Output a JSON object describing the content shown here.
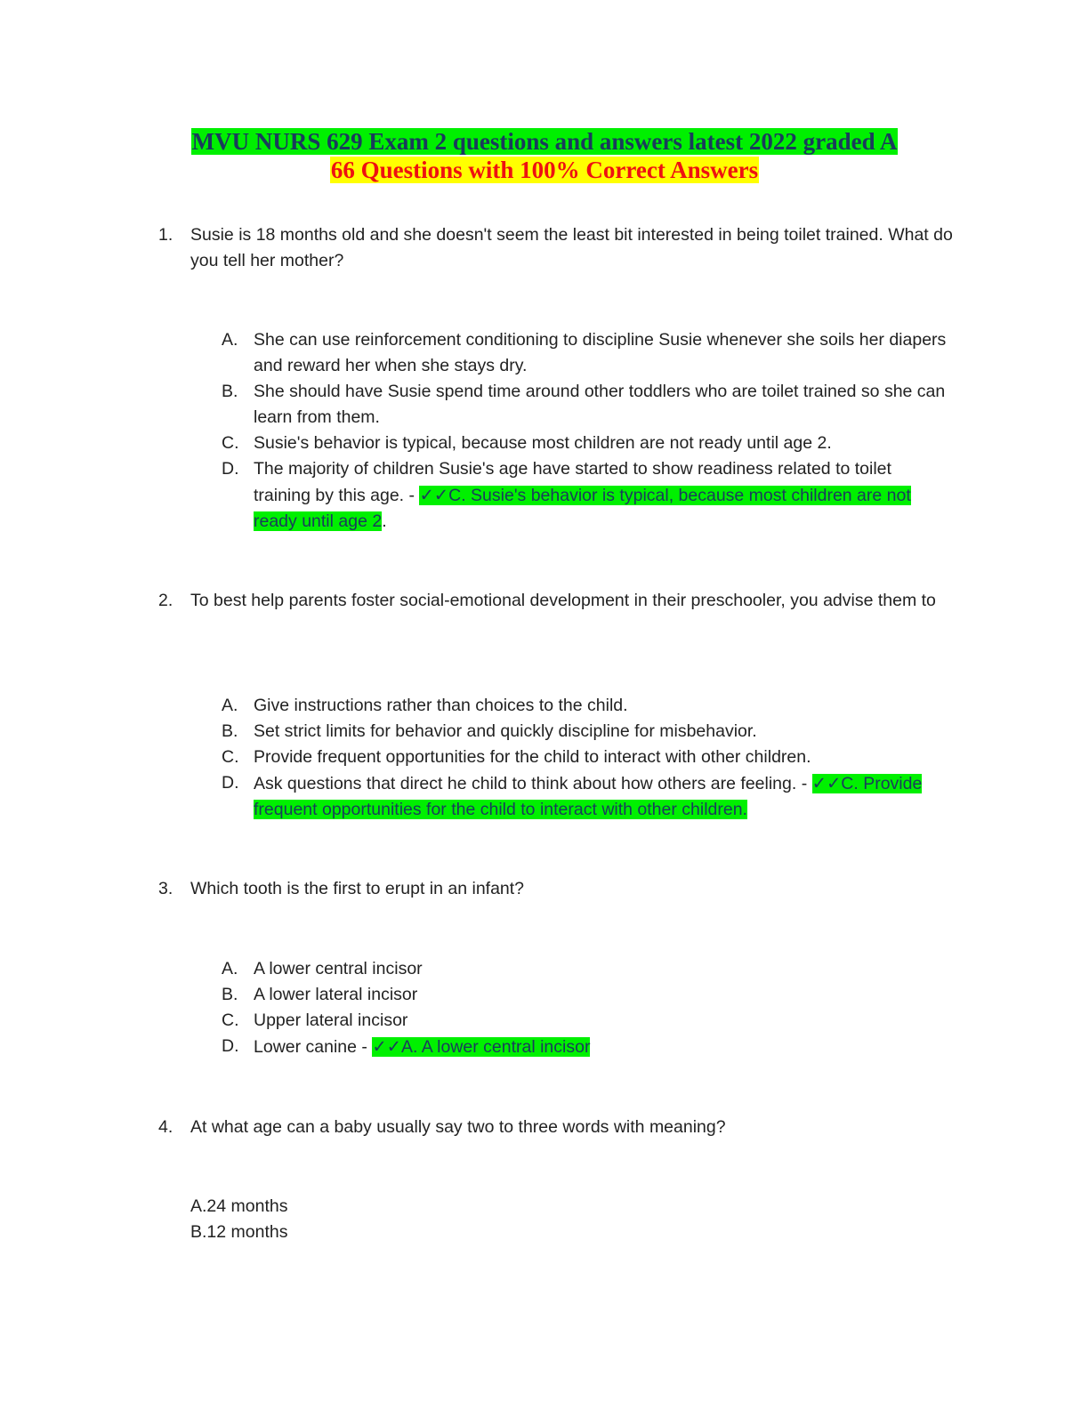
{
  "title": {
    "main": "MVU NURS 629 Exam 2 questions and answers latest 2022 graded A",
    "sub": "66 Questions with 100% Correct Answers"
  },
  "questions": [
    {
      "number": "1.",
      "text": "Susie is 18 months old and she doesn't seem the least bit interested in being toilet trained. What do you tell her mother?",
      "options": [
        {
          "letter": "A.",
          "text": "She can use reinforcement conditioning to discipline Susie whenever she soils her diapers and reward her when she stays dry."
        },
        {
          "letter": "B.",
          "text": "She should have Susie spend time around other toddlers who are toilet trained so she can learn from them."
        },
        {
          "letter": "C.",
          "text": "Susie's behavior is typical, because most children are not ready until age 2."
        },
        {
          "letter": "D.",
          "text": "The majority of children Susie's age have started to show readiness related to toilet training by this age. - "
        }
      ],
      "answer_check": "✓✓",
      "answer": "C. Susie's behavior is typical, because most children are not ready until age 2",
      "answer_suffix": "."
    },
    {
      "number": "2.",
      "text": "To best help parents foster social-emotional development in their preschooler, you advise them to",
      "options": [
        {
          "letter": "A.",
          "text": "Give instructions rather than choices to the child."
        },
        {
          "letter": "B.",
          "text": "Set strict limits for behavior and quickly discipline for misbehavior."
        },
        {
          "letter": "C.",
          "text": "Provide frequent opportunities for the child to interact with other children."
        },
        {
          "letter": "D.",
          "text": "Ask questions that direct he child to think about how others are feeling. - "
        }
      ],
      "answer_check": "✓✓",
      "answer": "C. Provide frequent opportunities for the child to interact with other children."
    },
    {
      "number": "3.",
      "text": "Which tooth is the first to erupt in an infant?",
      "options": [
        {
          "letter": "A.",
          "text": "A lower central incisor"
        },
        {
          "letter": "B.",
          "text": "A lower lateral incisor"
        },
        {
          "letter": "C.",
          "text": "Upper lateral incisor"
        },
        {
          "letter": "D.",
          "text": "Lower canine - "
        }
      ],
      "answer_check": "✓✓",
      "answer": "A. A lower central incisor"
    },
    {
      "number": "4.",
      "text": "At what age can a baby usually say two to three words with meaning?",
      "options": [
        {
          "text": "A.24 months"
        },
        {
          "text": "B.12 months"
        }
      ]
    }
  ],
  "colors": {
    "highlight_green": "#00f000",
    "highlight_yellow": "#ffff00",
    "title_blue": "#1a3b5c",
    "title_red": "#ee1111"
  }
}
